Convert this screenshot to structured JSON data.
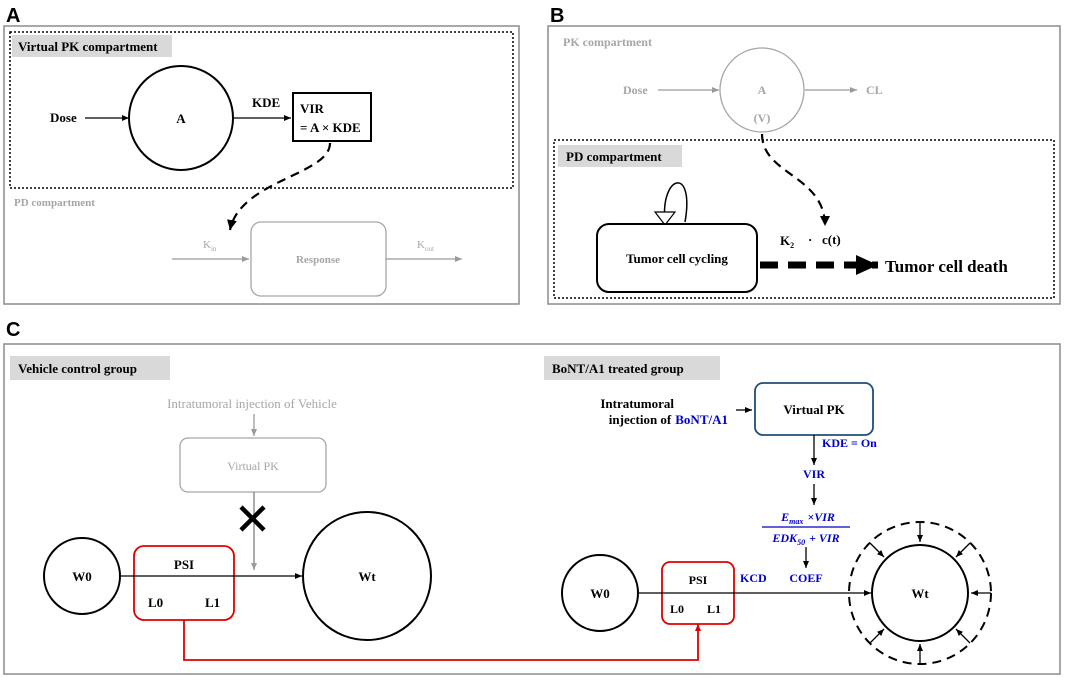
{
  "panels": {
    "A": {
      "letter": "A",
      "virtual_pk_header": "Virtual PK compartment",
      "dose": "Dose",
      "a": "A",
      "kde": "KDE",
      "vir_line1": "VIR",
      "vir_line2": "= A × KDE",
      "pd_header": "PD compartment",
      "kin_base": "K",
      "kin_sub": "in",
      "response": "Response",
      "kout_base": "K",
      "kout_sub": "out"
    },
    "B": {
      "letter": "B",
      "pk_header": "PK compartment",
      "dose": "Dose",
      "a": "A",
      "v": "(V)",
      "cl": "CL",
      "pd_header": "PD compartment",
      "tumor_cycling": "Tumor cell cycling",
      "k2_base": "K",
      "k2_sub": "2",
      "dot": "·",
      "ct": "c(t)",
      "tumor_death": "Tumor cell death"
    },
    "C": {
      "letter": "C",
      "vehicle_header": "Vehicle control group",
      "intratumoral_vehicle": "Intratumoral injection of Vehicle",
      "virtual_pk_gray": "Virtual PK",
      "w0_left": "W0",
      "psi_left": "PSI",
      "l0_left": "L0",
      "l1_left": "L1",
      "wt_left": "Wt",
      "bont_header": "BoNT/A1 treated group",
      "intratumoral_line1": "Intratumoral",
      "intratumoral_line2": "injection of",
      "bont_name": "BoNT/A1",
      "virtual_pk": "Virtual PK",
      "kde_on": "KDE = On",
      "vir": "VIR",
      "emax_num_e": "E",
      "emax_num_sub": "max",
      "emax_num_rest": "×VIR",
      "emax_den_e": "EDK",
      "emax_den_sub": "50",
      "emax_den_rest": "+ VIR",
      "coef": "COEF",
      "kcd": "KCD",
      "w0_right": "W0",
      "psi_right": "PSI",
      "l0_right": "L0",
      "l1_right": "L1",
      "wt_right": "Wt"
    }
  },
  "colors": {
    "gray_text": "#a6a6a6",
    "header_bg": "#d9d9d9",
    "blue": "#0000cc",
    "red": "#e00000",
    "pk_box_border": "#1f4e79"
  }
}
